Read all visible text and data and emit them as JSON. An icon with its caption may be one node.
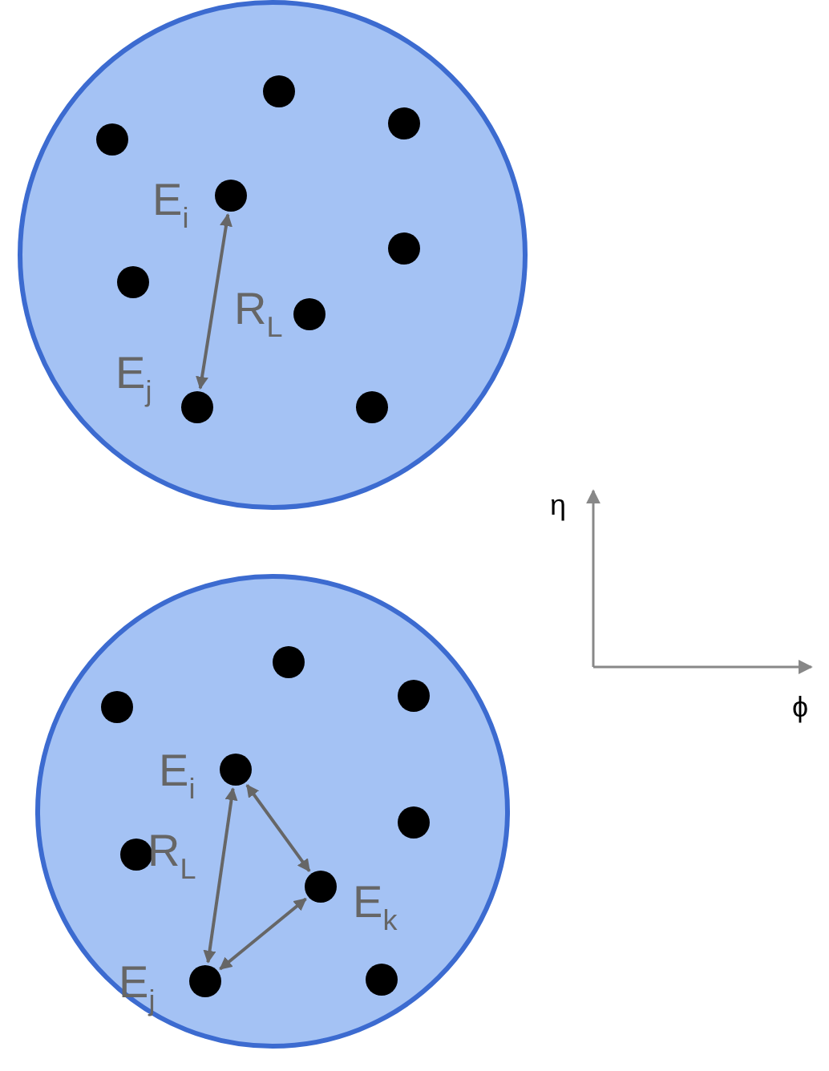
{
  "diagram": {
    "nodes": [
      {
        "text": [],
        "shape": "circle"
      },
      {
        "text": [],
        "shape": "circle",
        "in": 0
      },
      {
        "text": [],
        "shape": "circle",
        "in": 0
      },
      {
        "text": [],
        "shape": "circle",
        "in": 0
      },
      {
        "text": [],
        "shape": "circle",
        "in": 0,
        "beside": [
          "E$_{i}$"
        ]
      },
      {
        "text": [],
        "shape": "circle",
        "in": 0
      },
      {
        "text": [],
        "shape": "circle",
        "in": 0
      },
      {
        "text": [],
        "shape": "circle",
        "in": 0
      },
      {
        "text": [],
        "shape": "circle",
        "in": 0,
        "beside": [
          "E$_{j}$"
        ]
      },
      {
        "text": [],
        "shape": "circle",
        "in": 0
      },
      {
        "text": [],
        "shape": "circle"
      },
      {
        "text": [],
        "shape": "circle",
        "in": 10
      },
      {
        "text": [],
        "shape": "circle",
        "in": 10
      },
      {
        "text": [],
        "shape": "circle",
        "in": 10
      },
      {
        "text": [],
        "shape": "circle",
        "in": 10,
        "beside": [
          "E$_{i}$"
        ]
      },
      {
        "text": [],
        "shape": "circle",
        "in": 10
      },
      {
        "text": [],
        "shape": "circle",
        "in": 10
      },
      {
        "text": [],
        "shape": "circle",
        "in": 10,
        "beside": [
          "E$_{k}$"
        ]
      },
      {
        "text": [],
        "shape": "circle",
        "in": 10
      },
      {
        "text": [],
        "shape": "circle",
        "in": 10,
        "beside": [
          "E$_{j}$"
        ]
      }
    ],
    "edges": [
      {
        "from": 4,
        "to": 8,
        "arrow": "both",
        "label": "R$_{L}$"
      },
      {
        "from": 14,
        "to": 19,
        "arrow": "both",
        "label": "R$_{L}$"
      },
      {
        "from": 14,
        "to": 17,
        "arrow": "both"
      },
      {
        "from": 17,
        "to": 19,
        "arrow": "both"
      }
    ],
    "labels": [
      "η",
      "ϕ"
    ]
  }
}
